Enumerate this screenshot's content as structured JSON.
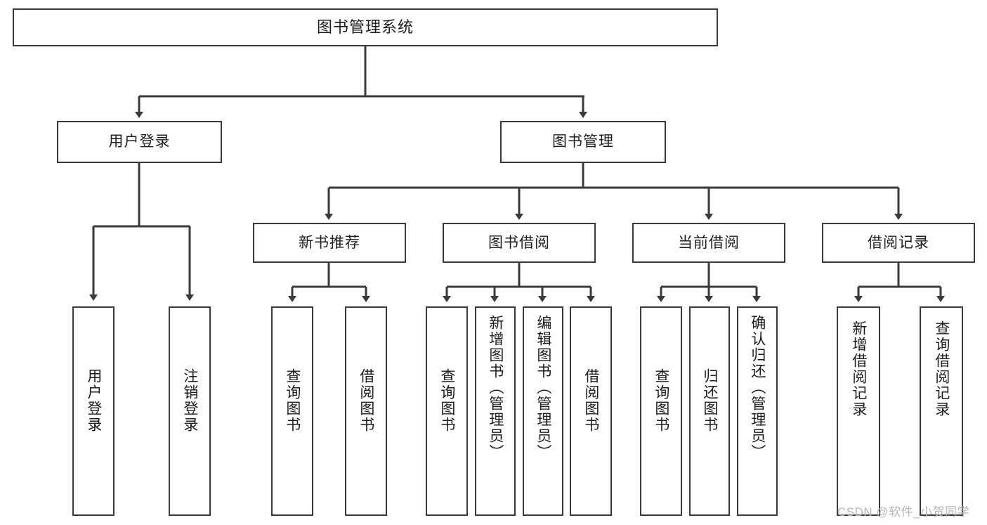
{
  "diagram": {
    "title": "图书管理系统",
    "root": {
      "label": "图书管理系统"
    },
    "level2": [
      {
        "label": "用户登录"
      },
      {
        "label": "图书管理"
      }
    ],
    "level3": [
      {
        "label": "新书推荐"
      },
      {
        "label": "图书借阅"
      },
      {
        "label": "当前借阅"
      },
      {
        "label": "借阅记录"
      }
    ],
    "leaves": {
      "user_login": [
        {
          "label": "用户登录"
        },
        {
          "label": "注销登录"
        }
      ],
      "new_book_recommend": [
        {
          "label": "查询图书"
        },
        {
          "label": "借阅图书"
        }
      ],
      "book_borrow": [
        {
          "label": "查询图书"
        },
        {
          "label": "新增图书（管理员）"
        },
        {
          "label": "编辑图书（管理员）"
        },
        {
          "label": "借阅图书"
        }
      ],
      "current_borrow": [
        {
          "label": "查询图书"
        },
        {
          "label": "归还图书"
        },
        {
          "label": "确认归还（管理员）"
        }
      ],
      "borrow_record": [
        {
          "label": "新增借阅记录"
        },
        {
          "label": "查询借阅记录"
        }
      ]
    }
  },
  "watermark": {
    "text": "CSDN @软件_小贺同学"
  },
  "colors": {
    "box_border": "#3a3a3a",
    "box_fill": "#ffffff",
    "text": "#1c1c1c",
    "wire": "#3a3a3a",
    "watermark": "#b6b6b6"
  }
}
